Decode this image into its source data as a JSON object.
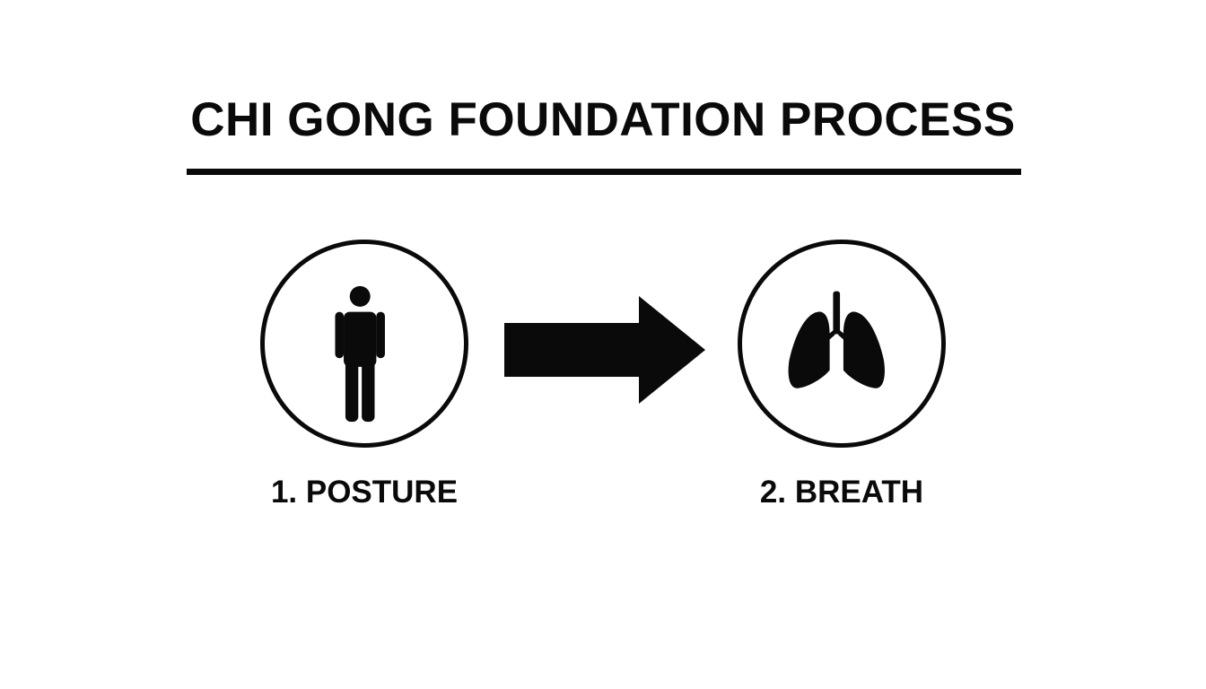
{
  "diagram": {
    "title": "CHI GONG FOUNDATION PROCESS",
    "colors": {
      "foreground": "#0a0a0a",
      "background": "#ffffff"
    },
    "steps": [
      {
        "label": "1. POSTURE",
        "icon": "standing-person-icon"
      },
      {
        "label": "2. BREATH",
        "icon": "lungs-icon"
      }
    ],
    "connector": "right-arrow-icon"
  }
}
